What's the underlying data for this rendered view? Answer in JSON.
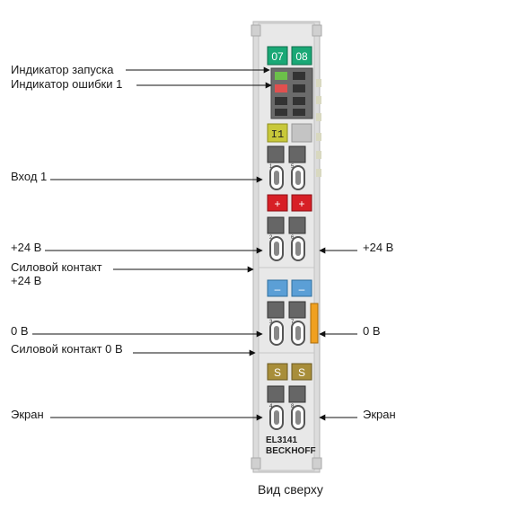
{
  "labels": {
    "run_indicator": "Индикатор запуска",
    "error_indicator": "Индикатор ошибки 1",
    "input": "Вход 1",
    "plus24_left": "+24 В",
    "plus24_right": "+24 В",
    "power_contact_24_line1": "Силовой контакт",
    "power_contact_24_line2": "+24 В",
    "zero_left": "0 В",
    "zero_right": "0 В",
    "power_contact_0": "Силовой контакт 0 В",
    "shield_left": "Экран",
    "shield_right": "Экран",
    "caption": "Вид сверху"
  },
  "terminal": {
    "led_top_left": "07",
    "led_top_right": "08",
    "channel_label": "I1",
    "plus_sign": "+",
    "minus_sign": "–",
    "shield_sign": "S",
    "model": "EL3141",
    "brand": "BECKHOFF",
    "pin_numbers": [
      "1",
      "5",
      "2",
      "6",
      "3",
      "7",
      "4",
      "8"
    ]
  },
  "colors": {
    "terminal_body": "#e3e3e3",
    "led_header": "#1aa876",
    "run_led": "#6cc04a",
    "error_led": "#e0504f",
    "channel_yellow": "#c8c83a",
    "plus_red": "#d71f26",
    "minus_blue": "#5b9fd6",
    "shield_brown": "#a88e3a",
    "orange_contact": "#f0a020"
  }
}
